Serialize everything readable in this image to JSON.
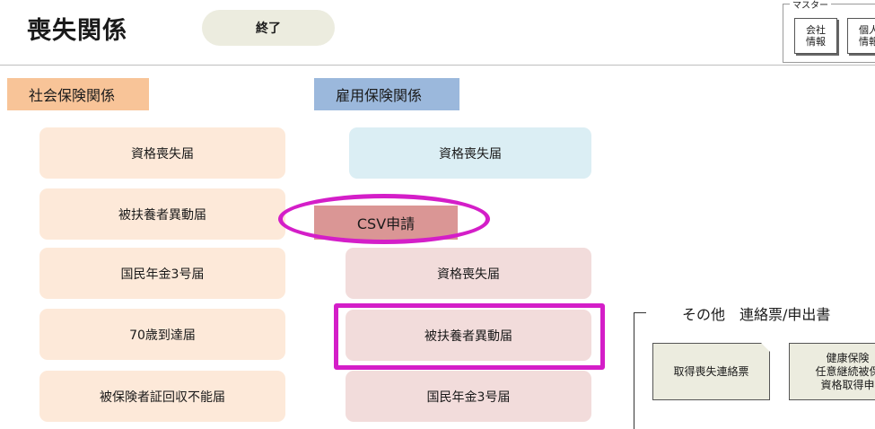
{
  "header": {
    "title": "喪失関係",
    "end_label": "終了"
  },
  "master": {
    "label": "マスター",
    "buttons": [
      {
        "line1": "会社",
        "line2": "情報"
      },
      {
        "line1": "個人",
        "line2": "情報"
      }
    ]
  },
  "social": {
    "header": "社会保険関係",
    "items": [
      "資格喪失届",
      "被扶養者異動届",
      "国民年金3号届",
      "70歳到達届",
      "被保険者証回収不能届"
    ]
  },
  "employment": {
    "header": "雇用保険関係",
    "item": "資格喪失届"
  },
  "csv": {
    "header": "CSV申請",
    "items": [
      "資格喪失届",
      "被扶養者異動届",
      "国民年金3号届"
    ]
  },
  "other": {
    "title": "その他　連絡票/申出書",
    "buttons": [
      {
        "line1": "取得喪失連絡票"
      },
      {
        "line1": "健康保険",
        "line2": "任意継続被保",
        "line3": "資格取得申"
      }
    ]
  },
  "colors": {
    "highlight": "#d41ec8",
    "social_header": "#f8c498",
    "employment_header": "#9bb8dc",
    "csv_header": "#da9695"
  }
}
